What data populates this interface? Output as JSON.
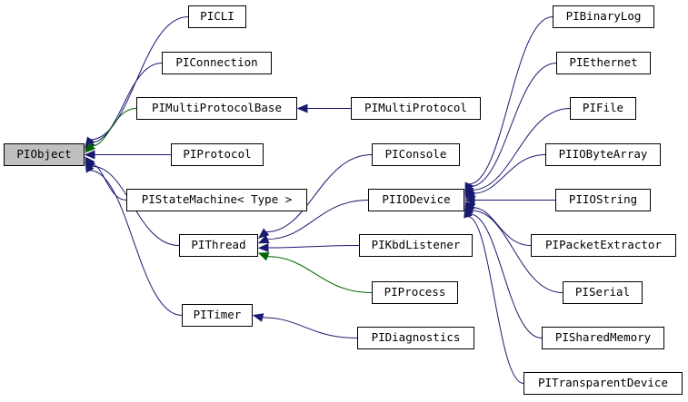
{
  "colors": {
    "inherit": "#191970",
    "protected": "#006400",
    "root_fill": "#bfbfbf"
  },
  "nodes": {
    "piobject": "PIObject",
    "picli": "PICLI",
    "piconnection": "PIConnection",
    "pimultiprotocolbase": "PIMultiProtocolBase",
    "piprotocol": "PIProtocol",
    "pistatemachine": "PIStateMachine< Type >",
    "pithread": "PIThread",
    "pitimer": "PITimer",
    "pimultiprotocol": "PIMultiProtocol",
    "piconsole": "PIConsole",
    "piiodevice": "PIIODevice",
    "pikbdlistener": "PIKbdListener",
    "piprocess": "PIProcess",
    "pidiagnostics": "PIDiagnostics",
    "pibinarylog": "PIBinaryLog",
    "piethernet": "PIEthernet",
    "pifile": "PIFile",
    "piiobytearray": "PIIOByteArray",
    "piiostring": "PIIOString",
    "pipacketextractor": "PIPacketExtractor",
    "piserial": "PISerial",
    "pisharedmemory": "PISharedMemory",
    "pitransparentdevice": "PITransparentDevice"
  },
  "edges": [
    {
      "from": "picli",
      "to": "piobject",
      "kind": "public"
    },
    {
      "from": "piconnection",
      "to": "piobject",
      "kind": "public"
    },
    {
      "from": "pimultiprotocolbase",
      "to": "piobject",
      "kind": "protected"
    },
    {
      "from": "piprotocol",
      "to": "piobject",
      "kind": "public"
    },
    {
      "from": "pistatemachine",
      "to": "piobject",
      "kind": "public"
    },
    {
      "from": "pithread",
      "to": "piobject",
      "kind": "public"
    },
    {
      "from": "pitimer",
      "to": "piobject",
      "kind": "public"
    },
    {
      "from": "pimultiprotocol",
      "to": "pimultiprotocolbase",
      "kind": "public"
    },
    {
      "from": "piconsole",
      "to": "pithread",
      "kind": "public"
    },
    {
      "from": "piiodevice",
      "to": "pithread",
      "kind": "public"
    },
    {
      "from": "pikbdlistener",
      "to": "pithread",
      "kind": "public"
    },
    {
      "from": "piprocess",
      "to": "pithread",
      "kind": "protected"
    },
    {
      "from": "pidiagnostics",
      "to": "pitimer",
      "kind": "public"
    },
    {
      "from": "pibinarylog",
      "to": "piiodevice",
      "kind": "public"
    },
    {
      "from": "piethernet",
      "to": "piiodevice",
      "kind": "public"
    },
    {
      "from": "pifile",
      "to": "piiodevice",
      "kind": "public"
    },
    {
      "from": "piiobytearray",
      "to": "piiodevice",
      "kind": "public"
    },
    {
      "from": "piiostring",
      "to": "piiodevice",
      "kind": "public"
    },
    {
      "from": "pipacketextractor",
      "to": "piiodevice",
      "kind": "public"
    },
    {
      "from": "piserial",
      "to": "piiodevice",
      "kind": "public"
    },
    {
      "from": "pisharedmemory",
      "to": "piiodevice",
      "kind": "public"
    },
    {
      "from": "pitransparentdevice",
      "to": "piiodevice",
      "kind": "public"
    }
  ]
}
